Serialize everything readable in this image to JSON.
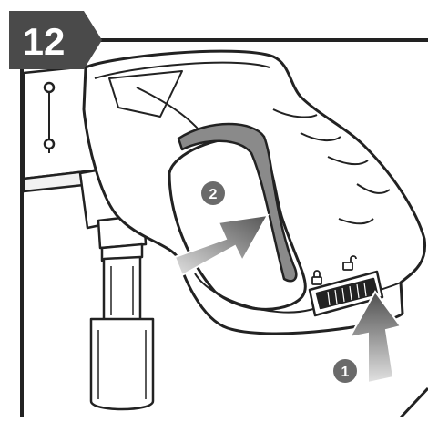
{
  "step": {
    "number": "12"
  },
  "markers": [
    {
      "label": "1"
    },
    {
      "label": "2"
    }
  ],
  "icons": [
    "lock-icon",
    "unlock-icon"
  ],
  "colors": {
    "badge": "#4a4a4a",
    "badge_text": "#ffffff",
    "frame": "#222222",
    "arrow_dark": "#5a5a5a",
    "arrow_light": "#d8d8d8",
    "grip": "#8a8a8a"
  }
}
